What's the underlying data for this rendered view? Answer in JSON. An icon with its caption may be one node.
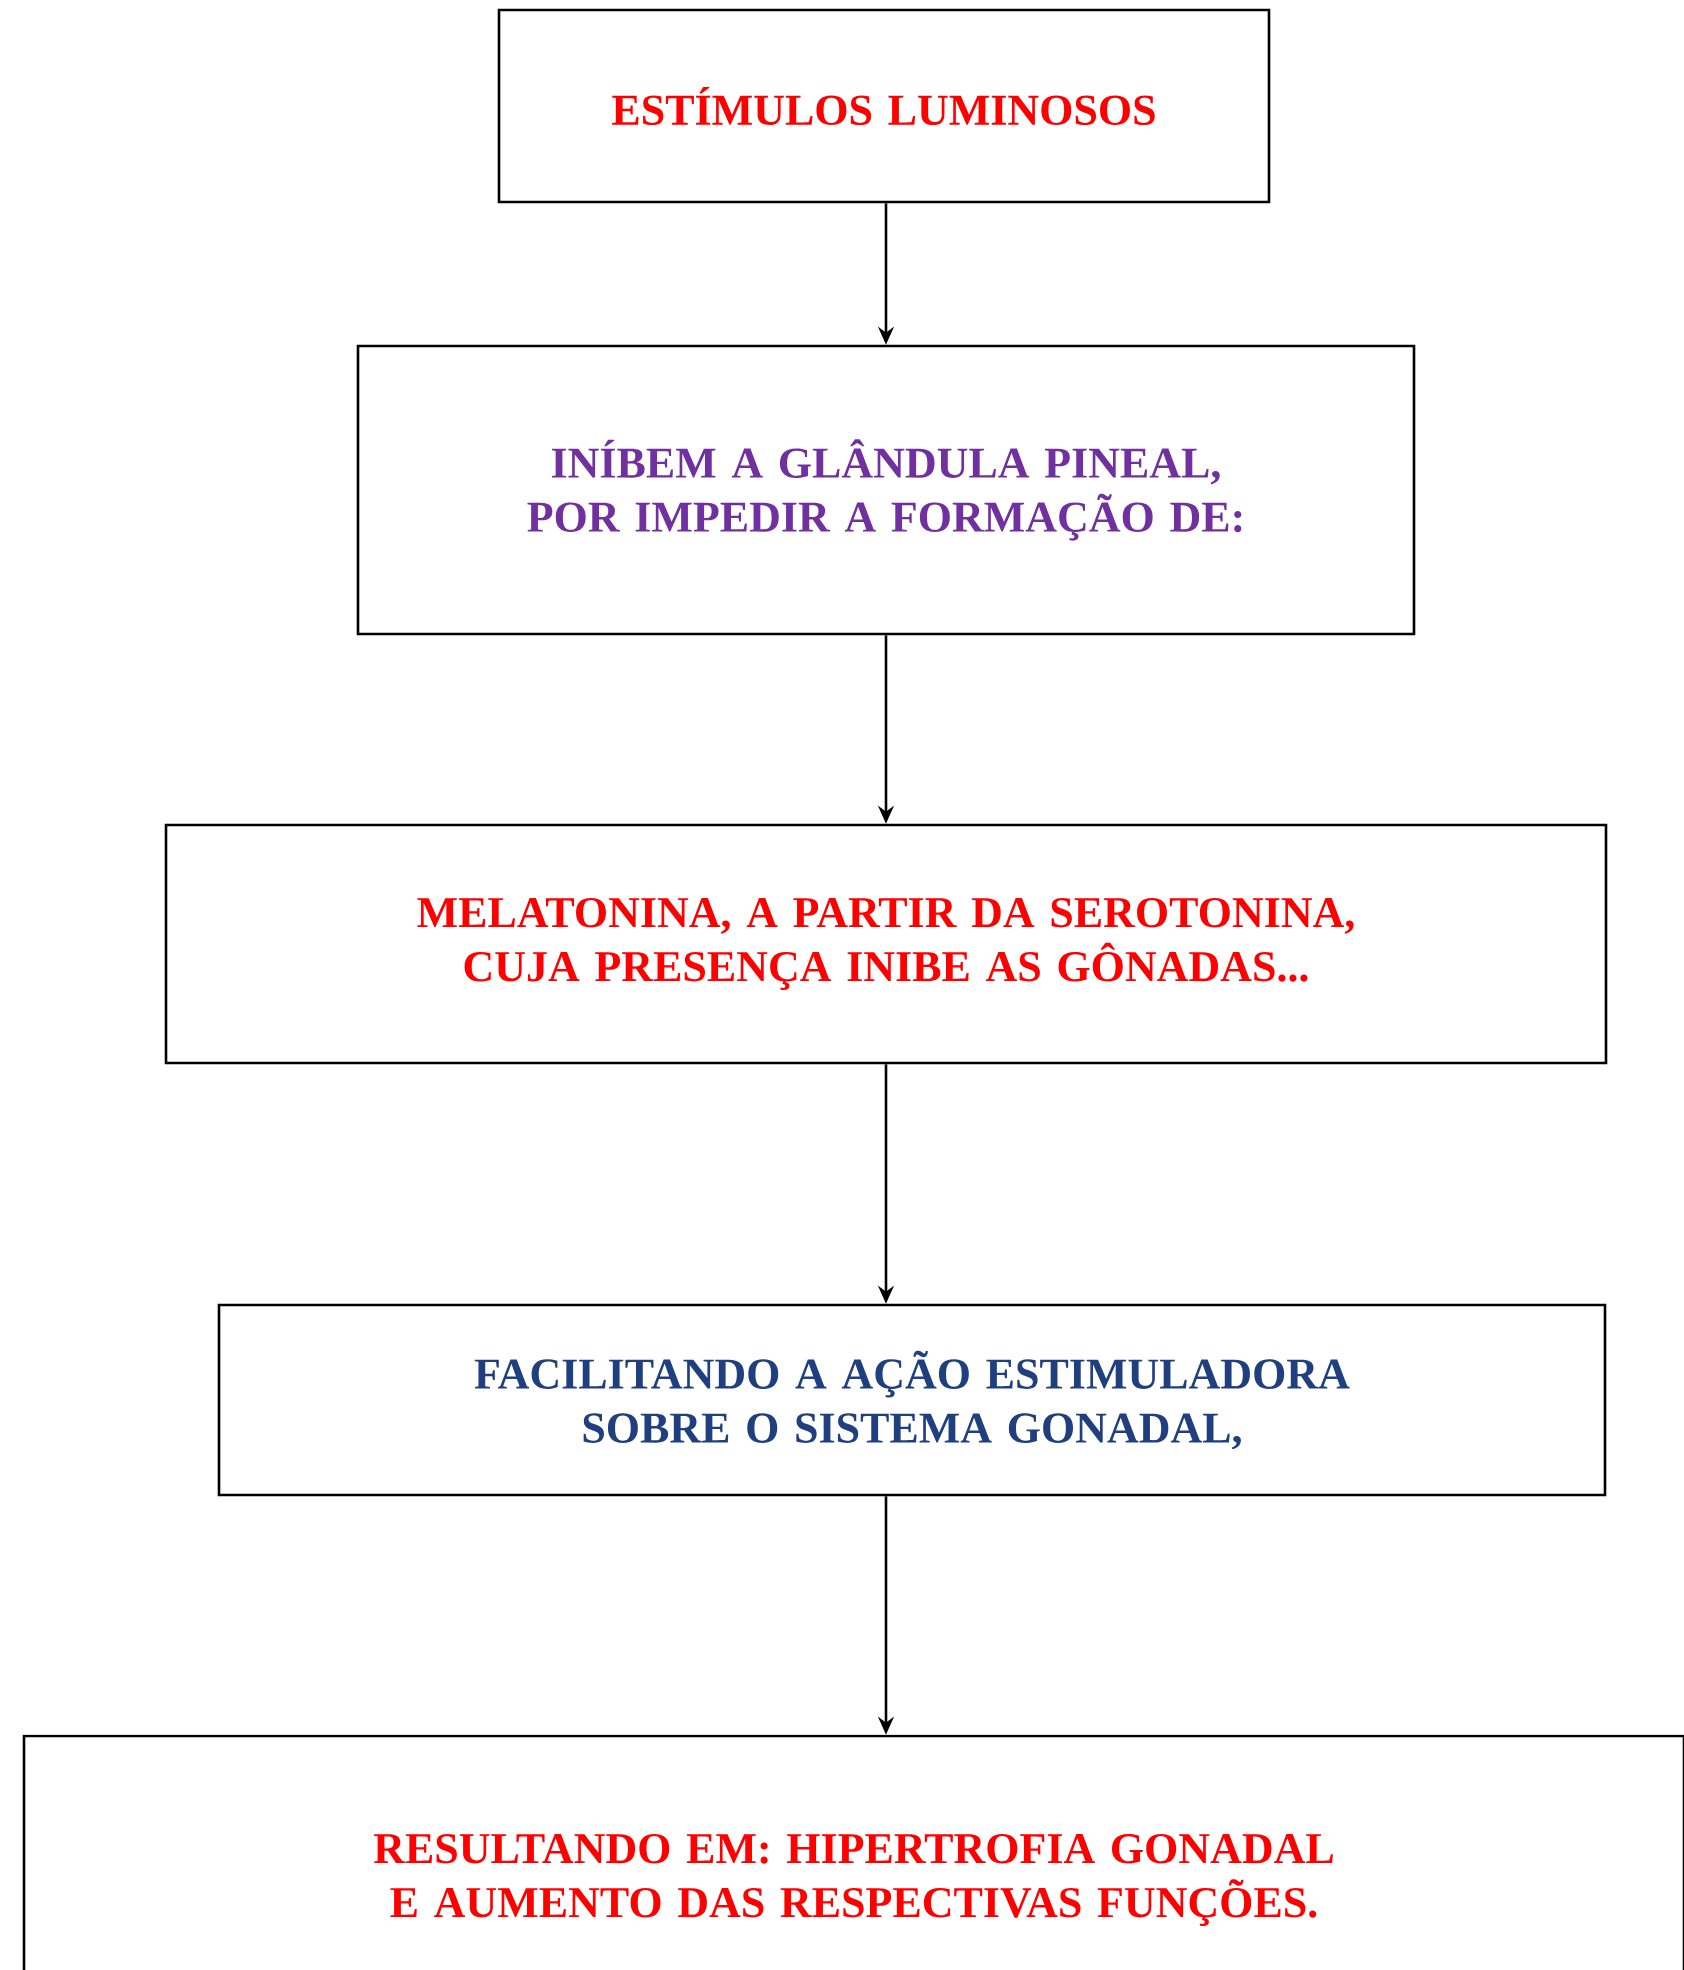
{
  "diagram": {
    "nodes": [
      {
        "text": [
          "ESTÍMULOS LUMINOSOS"
        ]
      },
      {
        "text": [
          "INÍBEM A GLÂNDULA PINEAL, POR IMPEDIR A FORMAÇÃO DE:"
        ]
      },
      {
        "text": [
          "MELATONINA, A PARTIR DA SEROTONINA, CUJA PRESENÇA INIBE AS GÔNADAS..."
        ]
      },
      {
        "text": [
          "FACILITANDO A AÇÃO ESTIMULADORA SOBRE O SISTEMA GONADAL,"
        ]
      },
      {
        "text": [
          "RESULTANDO EM: HIPERTROFIA GONADAL E AUMENTO DAS RESPECTIVAS FUNÇÕES."
        ]
      }
    ],
    "edges": [
      {
        "from": 0,
        "to": 1,
        "arrow": "to"
      },
      {
        "from": 1,
        "to": 2,
        "arrow": "to"
      },
      {
        "from": 2,
        "to": 3,
        "arrow": "to"
      },
      {
        "from": 3,
        "to": 4,
        "arrow": "to"
      }
    ]
  }
}
